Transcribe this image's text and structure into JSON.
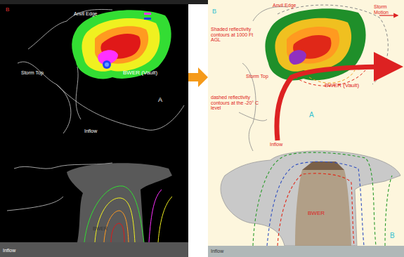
{
  "diagram": {
    "labels": [
      "B",
      "Anvil Edge",
      "Storm Top",
      "BWER (Vault)",
      "A",
      "Inflow",
      "BWER",
      "Inflow",
      "B",
      "Anvil Edge",
      "Storm Motion",
      "Shaded reflectivity contours at 1000 Ft AGL",
      "Storm Top",
      "BWER (Vault)",
      "dashed reflectivity contours at the -20° C level",
      "A",
      "Inflow",
      "BWER",
      "B",
      "Inflow"
    ]
  }
}
